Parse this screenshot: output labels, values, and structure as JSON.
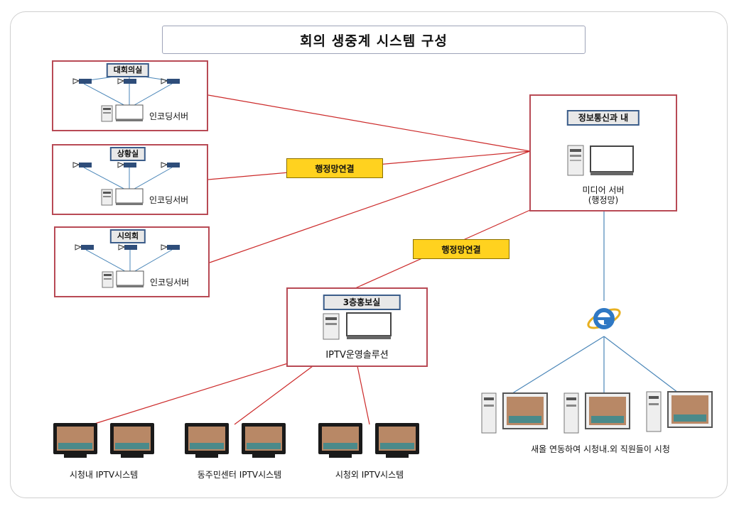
{
  "title": "회의 생중계 시스템 구성",
  "rooms": {
    "room1": {
      "label": "대회의실",
      "server_label": "인코딩서버"
    },
    "room2": {
      "label": "상황실",
      "server_label": "인코딩서버"
    },
    "room3": {
      "label": "시의회",
      "server_label": "인코딩서버"
    }
  },
  "it_center": {
    "label": "정보통신과 내",
    "server_line1": "미디어 서버",
    "server_line2": "(행정망)"
  },
  "promo_room": {
    "label": "3층홍보실",
    "solution_label": "IPTV운영솔루션"
  },
  "network_tags": {
    "tag1": "행정망연결",
    "tag2": "행정망연결"
  },
  "ie_icon": "internet-explorer-icon",
  "viewers_caption": "새올 연동하여 시청내.외 직원들이 시청",
  "iptv_groups": {
    "inside": "시청내 IPTV시스템",
    "community": "동주민센터 IPTV시스템",
    "outside": "시청외 IPTV시스템"
  },
  "colors": {
    "box_border": "#b84a55",
    "line_red": "#cc2a2a",
    "line_blue": "#4a86b8",
    "tag_fill": "#ffd21f"
  }
}
